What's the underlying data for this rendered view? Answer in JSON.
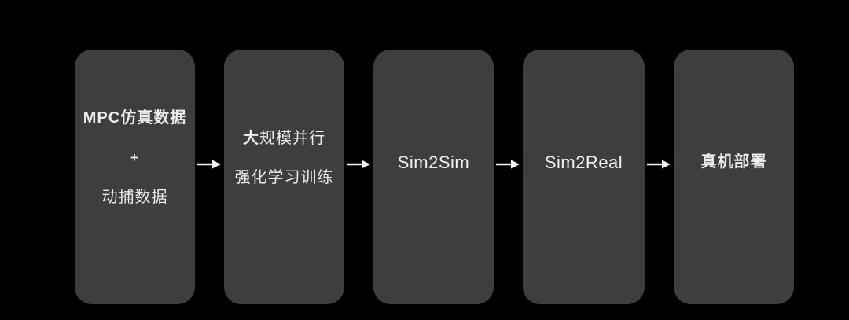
{
  "colors": {
    "background": "#000000",
    "box_fill": "#3e3e3e",
    "text": "#ececec",
    "arrow": "#f5f5f5"
  },
  "flow": {
    "stages": {
      "data_sources": {
        "line1": "MPC仿真数据",
        "line2": "+",
        "line3": "动捕数据"
      },
      "rl_training": {
        "line1_bold": "大",
        "line1_rest": "规模并行",
        "line2": "强化学习训练"
      },
      "sim2sim": {
        "label": "Sim2Sim"
      },
      "sim2real": {
        "label": "Sim2Real"
      },
      "deployment": {
        "label": "真机部署"
      }
    }
  }
}
